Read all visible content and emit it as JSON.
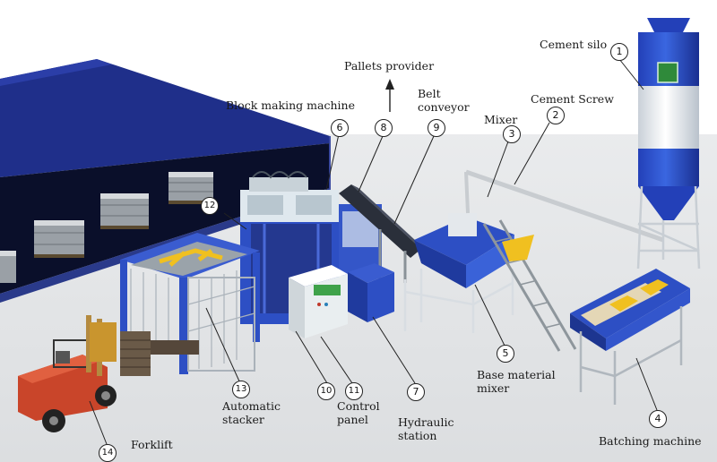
{
  "labels": {
    "cement_silo": "Cement silo",
    "pallets_provider": "Pallets provider",
    "block_making_machine": "Block making machine",
    "belt_conveyor": "Belt conveyor",
    "cement_screw": "Cement Screw",
    "mixer": "Mixer",
    "automatic_stacker": "Automatic stacker",
    "control_panel": "Control panel",
    "hydraulic_station": "Hydraulic station",
    "base_material_mixer": "Base material mixer",
    "batching_machine": "Batching machine",
    "forklift": "Forklift"
  },
  "markers": {
    "m1": "1",
    "m2": "2",
    "m3": "3",
    "m4": "4",
    "m5": "5",
    "m6": "6",
    "m7": "7",
    "m8": "8",
    "m9": "9",
    "m10": "10",
    "m11": "11",
    "m12": "12",
    "m13": "13",
    "m14": "14"
  },
  "colors": {
    "warehouse_blue": "#1f2f8a",
    "warehouse_dark": "#0a0f2a",
    "machine_blue": "#2d4fc4",
    "silo_white": "#eef1f5",
    "forklift_red": "#c9452a",
    "pallet_yellow": "#f0c020",
    "panel_white": "#e9eef0",
    "frame_gray": "#9aa3aa"
  }
}
